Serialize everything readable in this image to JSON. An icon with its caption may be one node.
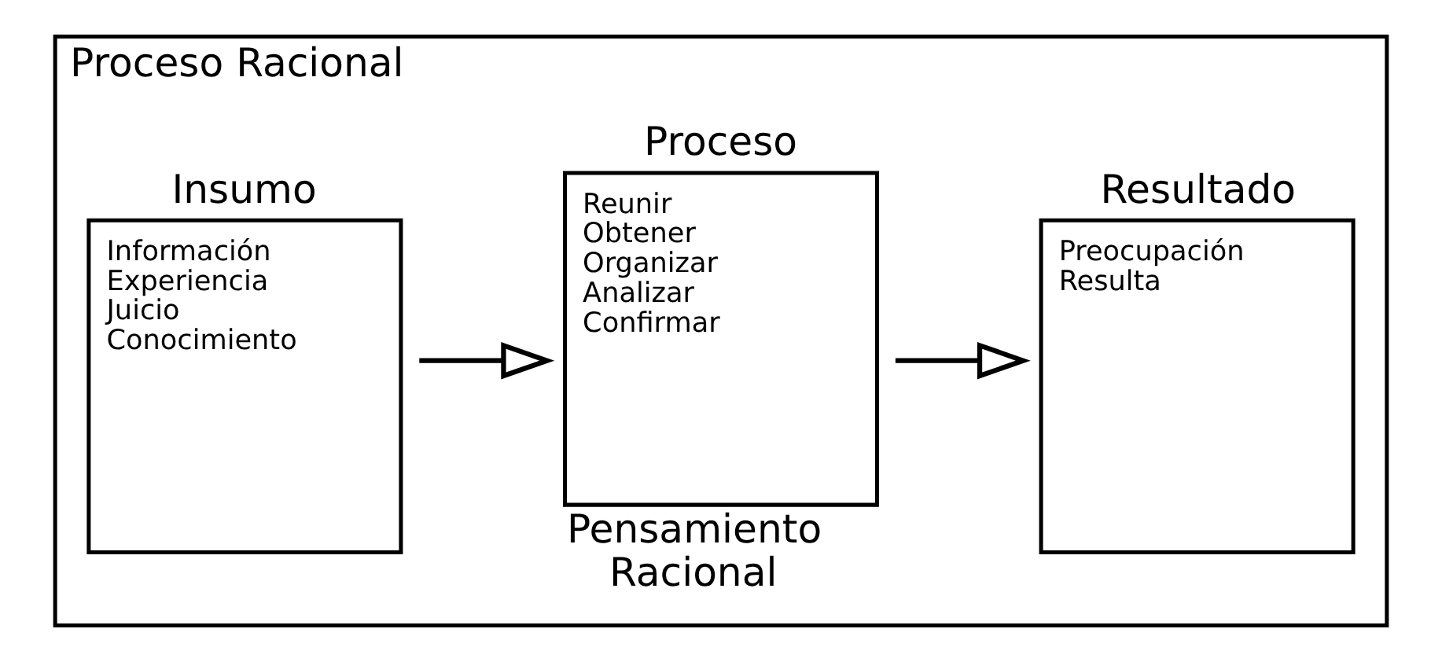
{
  "diagram": {
    "nodes": [
      {
        "text": [
          "Proceso Racional"
        ]
      },
      {
        "text": [
          "Insumo",
          "Información Experiencia Juicio Conocimiento"
        ],
        "in": 0
      },
      {
        "text": [
          "Proceso",
          "Reunir Obtener Organizar Analizar Confirmar"
        ],
        "in": 0,
        "beside": [
          "Pensamiento Racional"
        ]
      },
      {
        "text": [
          "Resultado",
          "Preocupación Resulta"
        ],
        "in": 0
      }
    ],
    "edges": [
      {
        "from": 1,
        "to": 2,
        "arrow": "to"
      },
      {
        "from": 2,
        "to": 3,
        "arrow": "to"
      }
    ]
  }
}
